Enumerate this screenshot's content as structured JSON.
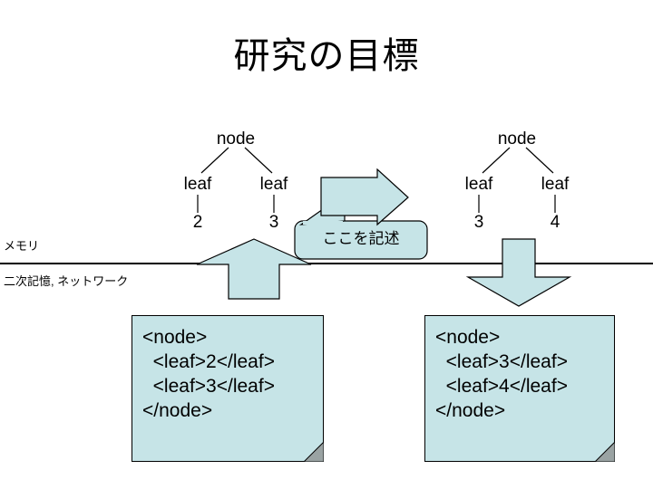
{
  "slide": {
    "title": "研究の目標",
    "background_color": "#ffffff",
    "accent_fill": "#c6e4e7",
    "outline_color": "#000000",
    "fold_color": "#9aa3a3"
  },
  "side_labels": {
    "memory": "メモリ",
    "storage": "二次記憶, ネットワーク"
  },
  "divider": {
    "name": "memory-storage-divider"
  },
  "trees": [
    {
      "id": "tree-left",
      "root": "node",
      "leaf_left": "leaf",
      "leaf_right": "leaf",
      "value_left": "2",
      "value_right": "3"
    },
    {
      "id": "tree-right",
      "root": "node",
      "leaf_left": "leaf",
      "leaf_right": "leaf",
      "value_left": "3",
      "value_right": "4"
    }
  ],
  "callout": {
    "text": "ここを記述",
    "direction": "right"
  },
  "arrows": {
    "up": {
      "label": "load-arrow",
      "direction": "up"
    },
    "down": {
      "label": "store-arrow",
      "direction": "down"
    }
  },
  "code_boxes": [
    {
      "id": "codebox-left",
      "lines": [
        "<node>",
        "  <leaf>2</leaf>",
        "  <leaf>3</leaf>",
        "</node>"
      ],
      "text": "<node>\n  <leaf>2</leaf>\n  <leaf>3</leaf>\n</node>"
    },
    {
      "id": "codebox-right",
      "lines": [
        "<node>",
        "  <leaf>3</leaf>",
        "  <leaf>4</leaf>",
        "</node>"
      ],
      "text": "<node>\n  <leaf>3</leaf>\n  <leaf>4</leaf>\n</node>"
    }
  ]
}
